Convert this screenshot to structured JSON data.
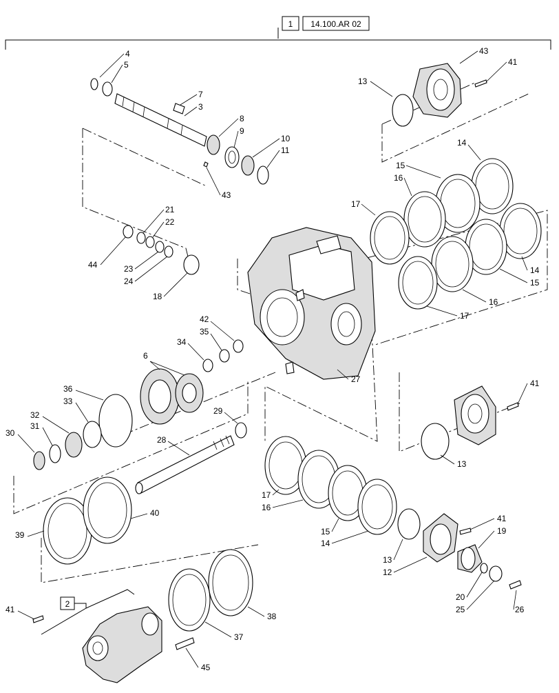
{
  "header": {
    "box_label": "1",
    "ref_label": "14.100.AR 02"
  },
  "sub_ref_label": "2",
  "callouts": [
    "4",
    "5",
    "7",
    "3",
    "8",
    "9",
    "10",
    "11",
    "43",
    "43",
    "41",
    "13",
    "14",
    "15",
    "16",
    "17",
    "21",
    "22",
    "44",
    "23",
    "24",
    "18",
    "15",
    "14",
    "16",
    "17",
    "42",
    "35",
    "34",
    "6",
    "36",
    "33",
    "32",
    "31",
    "30",
    "29",
    "28",
    "27",
    "41",
    "13",
    "17",
    "16",
    "15",
    "14",
    "40",
    "39",
    "41",
    "19",
    "13",
    "12",
    "20",
    "25",
    "26",
    "41",
    "38",
    "37",
    "45"
  ]
}
